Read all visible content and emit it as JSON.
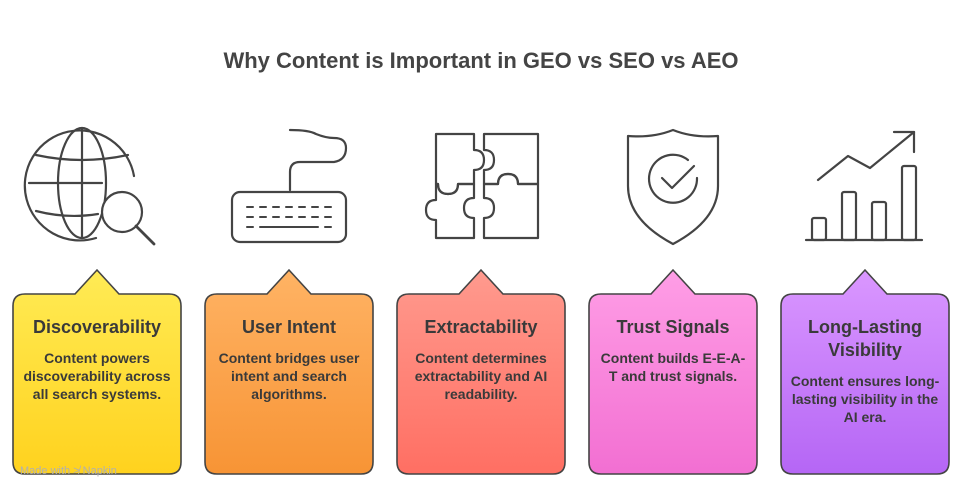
{
  "title": "Why Content is Important in GEO vs SEO vs AEO",
  "items": [
    {
      "icon": "globe-search-icon",
      "title": "Discoverability",
      "text": "Content powers discoverability across all search systems.",
      "colors": [
        "#FFEB55",
        "#FFD21E"
      ]
    },
    {
      "icon": "keyboard-icon",
      "title": "User Intent",
      "text": "Content bridges user intent and search algorithms.",
      "colors": [
        "#FFB364",
        "#F79435"
      ]
    },
    {
      "icon": "puzzle-icon",
      "title": "Extractability",
      "text": "Content determines extractability and AI readability.",
      "colors": [
        "#FF9A8E",
        "#FF6F63"
      ]
    },
    {
      "icon": "shield-check-icon",
      "title": "Trust Signals",
      "text": "Content builds E-E-A-T and trust signals.",
      "colors": [
        "#FF9EE6",
        "#F26FD2"
      ]
    },
    {
      "icon": "growth-chart-icon",
      "title": "Long-Lasting Visibility",
      "text": "Content ensures long-lasting visibility in the AI era.",
      "colors": [
        "#DA97FF",
        "#B566F5"
      ]
    }
  ],
  "watermark": "Made with ≯ Napkin"
}
